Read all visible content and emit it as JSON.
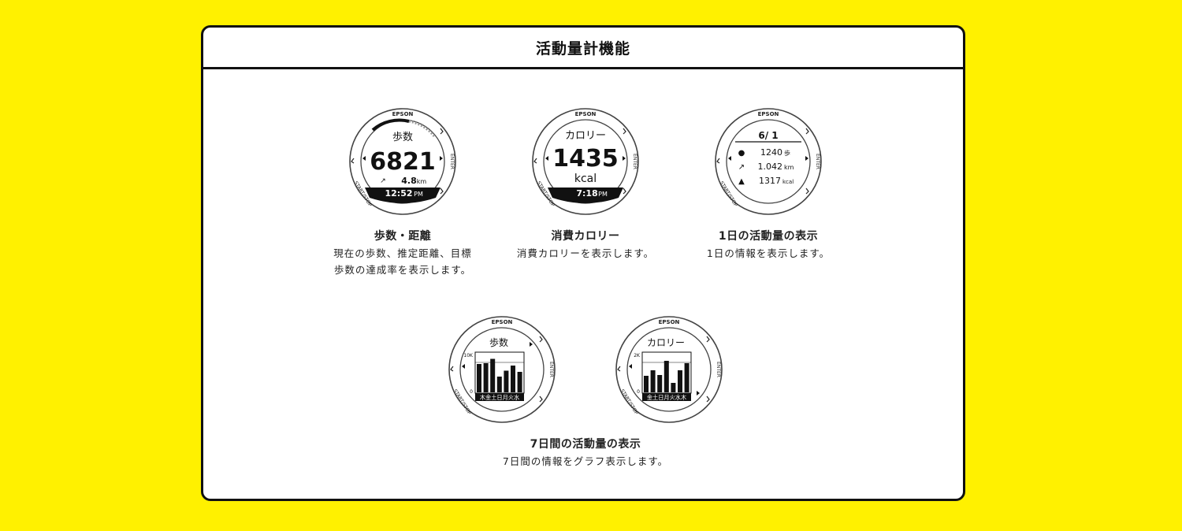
{
  "page": {
    "title": "活動量計機能",
    "colors": {
      "background": "#fff100",
      "card": "#ffffff",
      "border": "#111111"
    }
  },
  "watch_common": {
    "brand": "EPSON",
    "enter_label": "ENTER",
    "start_stop_label": "START/STOP"
  },
  "features": [
    {
      "title": "歩数・距離",
      "description": "現在の歩数、推定距離、目標\n歩数の達成率を表示します。",
      "screen": {
        "label": "歩数",
        "value": "6821",
        "distance_value": "4.8",
        "distance_unit": "km",
        "time": "12:52",
        "time_suffix": "PM"
      }
    },
    {
      "title": "消費カロリー",
      "description": "消費カロリーを表示します。",
      "screen": {
        "label": "カロリー",
        "value": "1435",
        "unit": "kcal",
        "time": "7:18",
        "time_suffix": "PM"
      }
    },
    {
      "title": "1日の活動量の表示",
      "description": "1日の情報を表示します。",
      "screen": {
        "date": "6/ 1",
        "steps": "1240",
        "steps_unit": "歩",
        "distance": "1.042",
        "distance_unit": "km",
        "calories": "1317",
        "calories_unit": "kcal"
      }
    },
    {
      "title": "7日間の活動量の表示",
      "description": "7日間の情報をグラフ表示します。",
      "screens": [
        {
          "label": "歩数",
          "ymax_label": "10K",
          "ymin_label": "0",
          "days": "木金土日月火水",
          "bar_levels": [
            0.72,
            0.74,
            0.85,
            0.4,
            0.55,
            0.68,
            0.52
          ]
        },
        {
          "label": "カロリー",
          "ymax_label": "2K",
          "ymin_label": "0",
          "days": "金土日月火水木",
          "bar_levels": [
            0.42,
            0.56,
            0.44,
            0.8,
            0.24,
            0.56,
            0.74
          ]
        }
      ]
    }
  ]
}
